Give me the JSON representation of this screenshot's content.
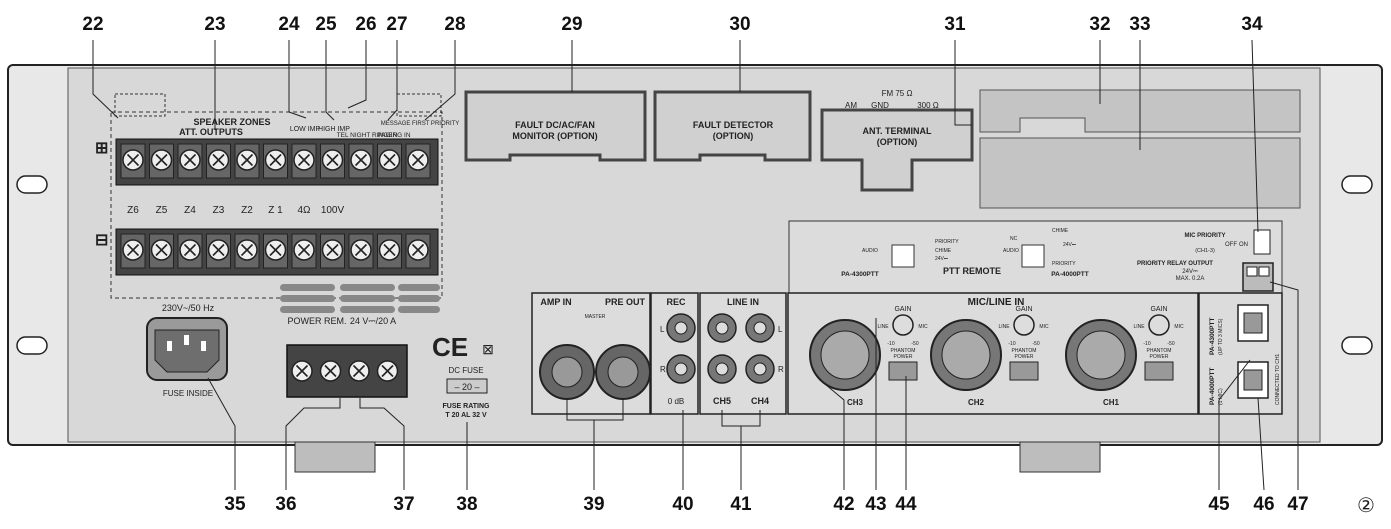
{
  "callouts_top": [
    "22",
    "23",
    "24",
    "25",
    "26",
    "27",
    "28",
    "29",
    "30",
    "31",
    "32",
    "33",
    "34"
  ],
  "callouts_bottom": [
    "35",
    "36",
    "37",
    "38",
    "39",
    "40",
    "41",
    "42",
    "43",
    "44",
    "45",
    "46",
    "47"
  ],
  "figure_mark": "②",
  "speaker": {
    "title1": "SPEAKER ZONES",
    "title2": "ATT. OUTPUTS",
    "low_imp": "LOW IMP",
    "high_imp": "HIGH IMP",
    "tel_ringer": "TEL NIGHT RINGER",
    "paging_in": "PAGING IN",
    "message": "MESSAGE FIRST PRIORITY",
    "zones": [
      "Z6",
      "Z5",
      "Z4",
      "Z3",
      "Z2",
      "Z 1",
      "4Ω",
      "100V"
    ]
  },
  "fault_dc": [
    "FAULT DC/AC/FAN",
    "MONITOR (OPTION)"
  ],
  "fault_detector": [
    "FAULT DETECTOR",
    "(OPTION)"
  ],
  "antenna": {
    "am": "AM",
    "gnd": "GND",
    "fm": "FM 75 Ω",
    "ohm": "300 Ω",
    "title": [
      "ANT. TERMINAL",
      "(OPTION)"
    ]
  },
  "ptt": {
    "title": "PTT REMOTE",
    "left_model": "PA-4300PTT",
    "right_model": "PA-4000PTT",
    "audio": "AUDIO",
    "priority": "PRIORITY",
    "chime": "CHIME",
    "v24": "24V⎓",
    "nc": "NC"
  },
  "mic_priority": {
    "title": "MIC PRIORITY",
    "sub": "(CH1-3)",
    "off": "OFF",
    "on": "ON"
  },
  "relay": {
    "title": "PRIORITY RELAY OUTPUT",
    "spec1": "24V⎓",
    "spec2": "MAX. 0.2A"
  },
  "power": {
    "rating": "230V~/50 Hz",
    "fuse": "FUSE INSIDE"
  },
  "power_rem": "POWER REM.",
  "dc24": "24 V⎓/20 A",
  "ce": "CE",
  "dc_fuse": {
    "label": "DC FUSE",
    "value": "– 20 –",
    "rating1": "FUSE RATING",
    "rating2": "T 20 AL 32 V"
  },
  "amp": {
    "amp_in": "AMP IN",
    "pre_out": "PRE OUT",
    "master": "MASTER"
  },
  "rec": {
    "title": "REC",
    "l": "L",
    "r": "R",
    "db": "0 dB"
  },
  "line_in": {
    "title": "LINE IN",
    "l": "L",
    "r": "R",
    "ch5": "CH5",
    "ch4": "CH4"
  },
  "mic_line": {
    "title": "MIC/LINE IN",
    "gain": "GAIN",
    "line": "LINE",
    "mic": "MIC",
    "m10": "-10",
    "m50": "-50",
    "phantom": [
      "PHANTOM",
      "POWER"
    ],
    "channels": [
      "CH3",
      "CH2",
      "CH1"
    ]
  },
  "rj45": {
    "top": "PA-4300PTT",
    "top_sub": "(UP TO 3 MICS)",
    "bottom": "PA-4000PTT",
    "bottom_sub": "(1 MIC)",
    "connected": "CONNECTED TO CH1"
  }
}
